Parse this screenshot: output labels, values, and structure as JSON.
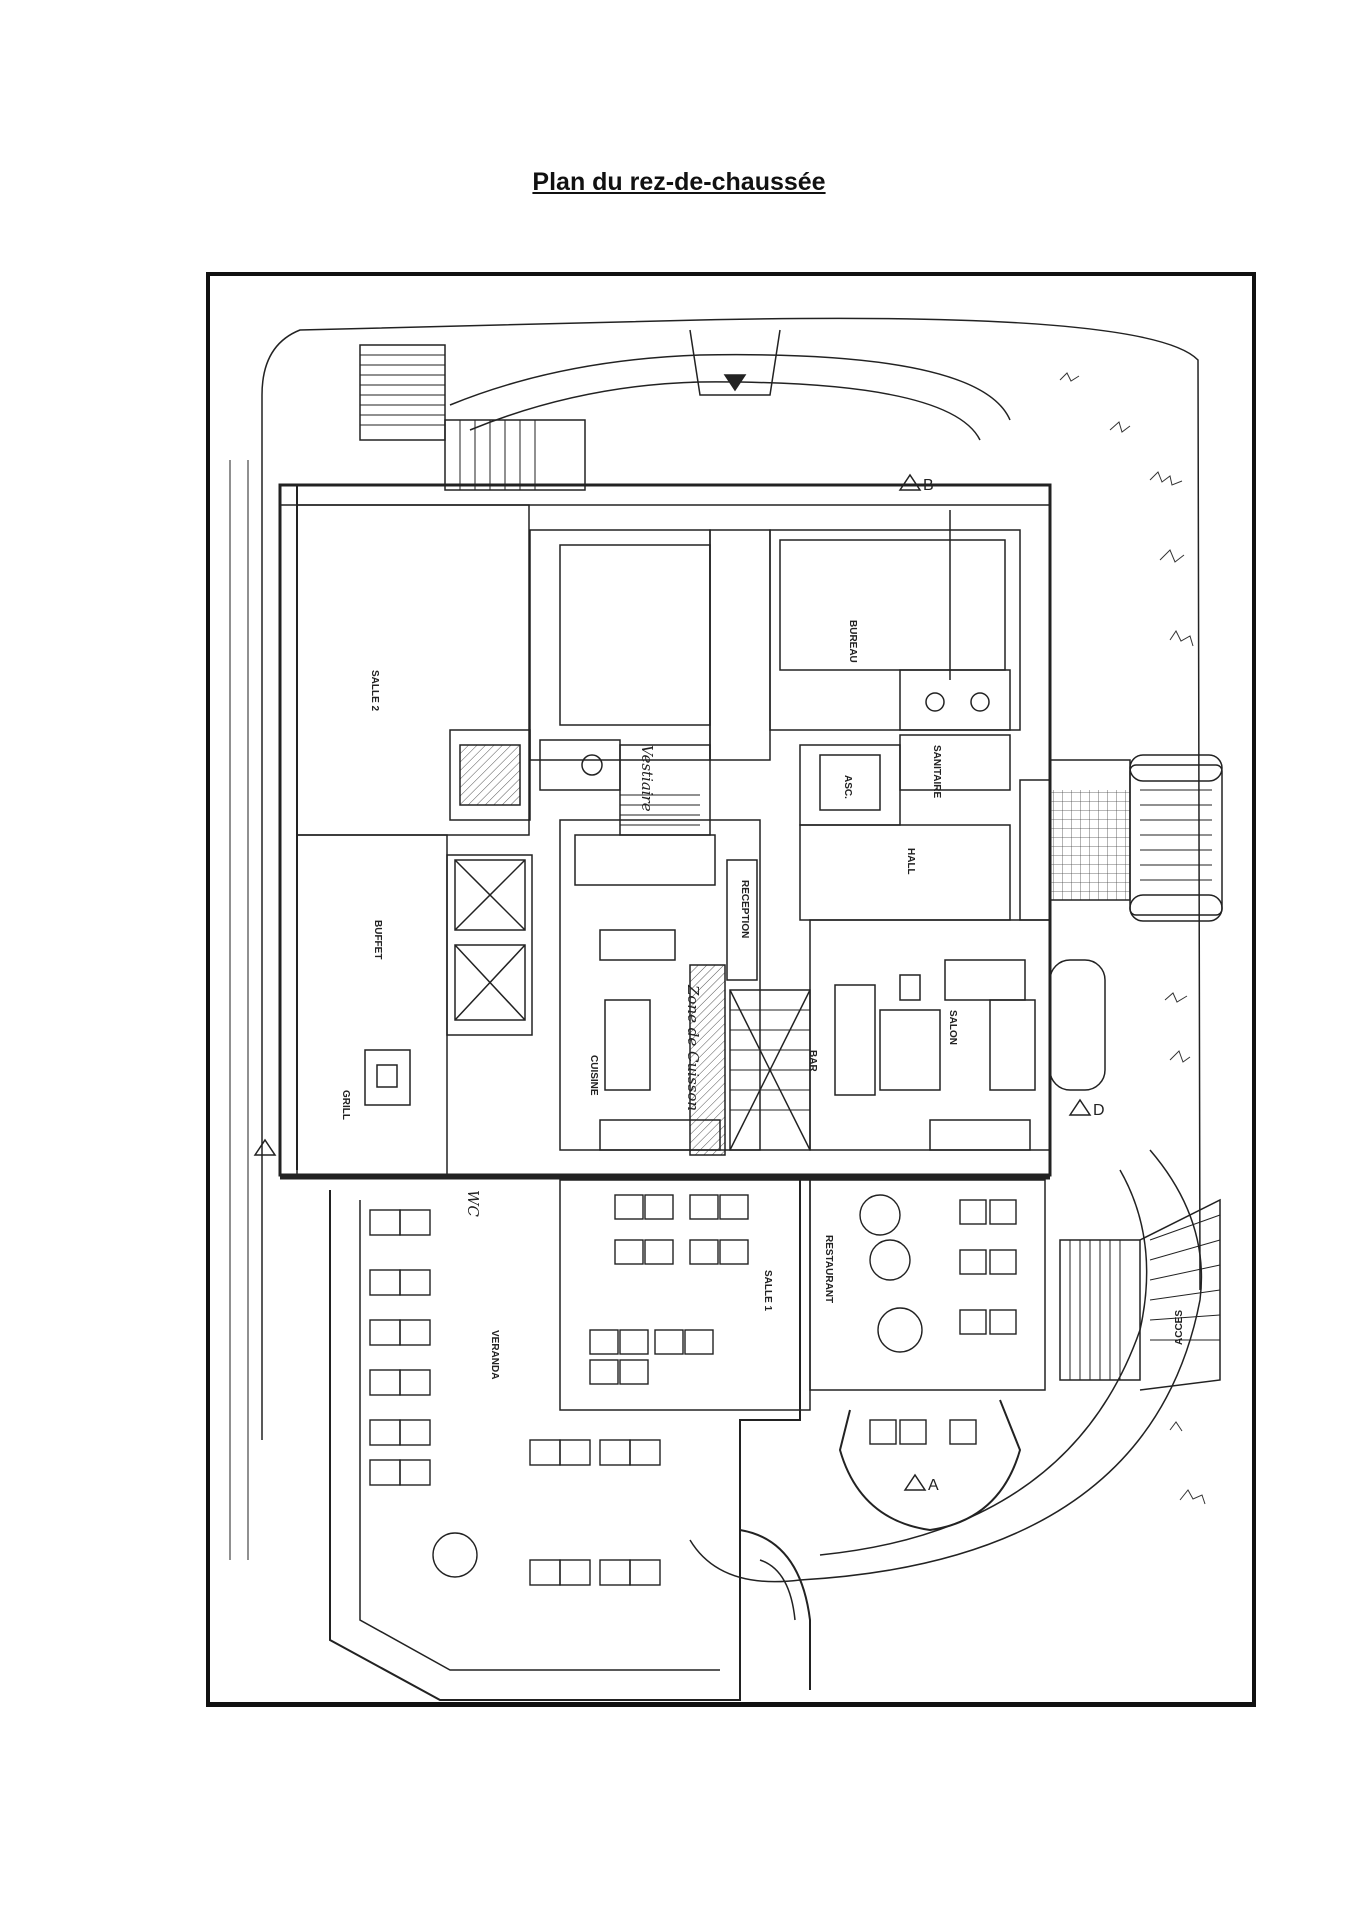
{
  "page": {
    "title": "Plan du rez-de-chaussée"
  },
  "colors": {
    "ink": "#222222",
    "frame": "#111111",
    "hatch": "#555555",
    "background": "#ffffff"
  },
  "plan": {
    "rooms": {
      "salle2": "SALLE 2",
      "buffet": "BUFFET",
      "grill": "GRILL",
      "cuisine": "CUISINE",
      "bar": "BAR",
      "salon": "SALON",
      "bureau": "BUREAU",
      "sanitaire": "SANITAIRE",
      "hall": "HALL",
      "asc": "ASC.",
      "reception": "RECEPTION",
      "salle1": "SALLE 1",
      "restaurant": "RESTAURANT",
      "veranda": "VERANDA",
      "acces": "ACCES"
    },
    "annotations": {
      "hand_vestiaire": "Vestiaire",
      "hand_wc": "WC",
      "hand_zone": "Zone de Cuisson"
    },
    "section_marks": {
      "a": "A",
      "b": "B",
      "d": "D"
    }
  }
}
